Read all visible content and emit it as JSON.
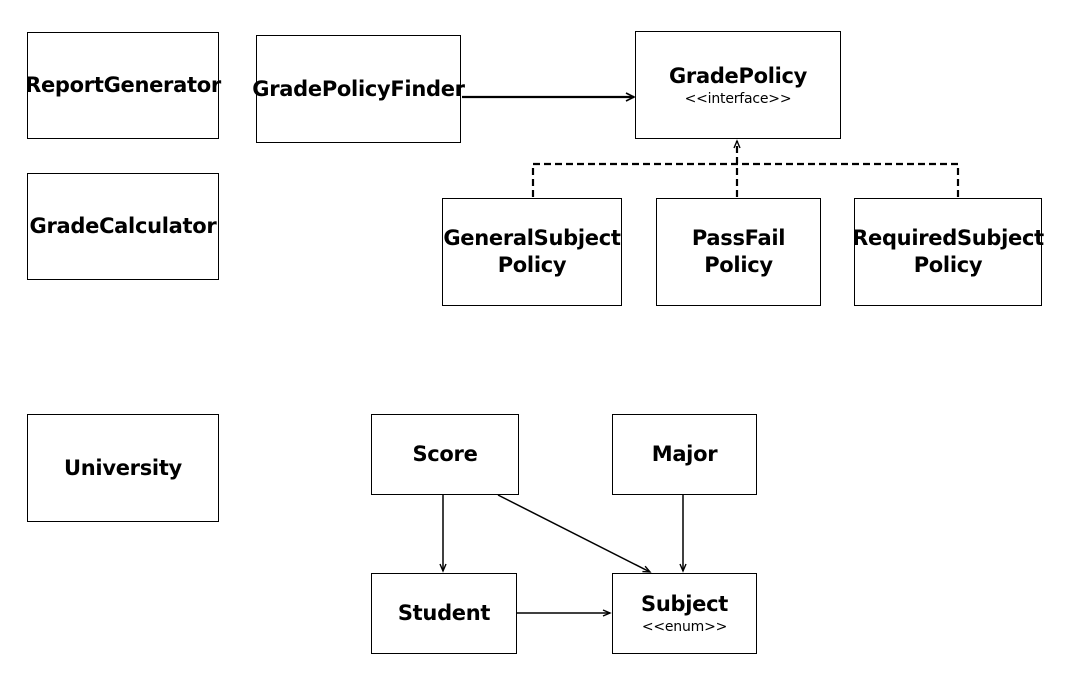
{
  "classes": {
    "report_generator": {
      "name": "ReportGenerator"
    },
    "grade_calculator": {
      "name": "GradeCalculator"
    },
    "university": {
      "name": "University"
    },
    "grade_policy_finder": {
      "name": "GradePolicyFinder"
    },
    "grade_policy": {
      "name": "GradePolicy",
      "stereotype": "<<interface>>"
    },
    "general_subject_policy": {
      "name": "GeneralSubject\nPolicy"
    },
    "pass_fail_policy": {
      "name": "PassFail\nPolicy"
    },
    "required_subject_policy": {
      "name": "RequiredSubject\nPolicy"
    },
    "score": {
      "name": "Score"
    },
    "major": {
      "name": "Major"
    },
    "student": {
      "name": "Student"
    },
    "subject": {
      "name": "Subject",
      "stereotype": "<<enum>>"
    }
  },
  "relations": [
    {
      "from": "GradePolicyFinder",
      "to": "GradePolicy",
      "kind": "association"
    },
    {
      "from": "GeneralSubject Policy",
      "to": "GradePolicy",
      "kind": "realization"
    },
    {
      "from": "PassFail Policy",
      "to": "GradePolicy",
      "kind": "realization"
    },
    {
      "from": "RequiredSubject Policy",
      "to": "GradePolicy",
      "kind": "realization"
    },
    {
      "from": "Score",
      "to": "Student",
      "kind": "association"
    },
    {
      "from": "Score",
      "to": "Subject",
      "kind": "association"
    },
    {
      "from": "Major",
      "to": "Subject",
      "kind": "association"
    },
    {
      "from": "Student",
      "to": "Subject",
      "kind": "association"
    }
  ],
  "colors": {
    "stroke": "#000000",
    "background": "#ffffff"
  }
}
